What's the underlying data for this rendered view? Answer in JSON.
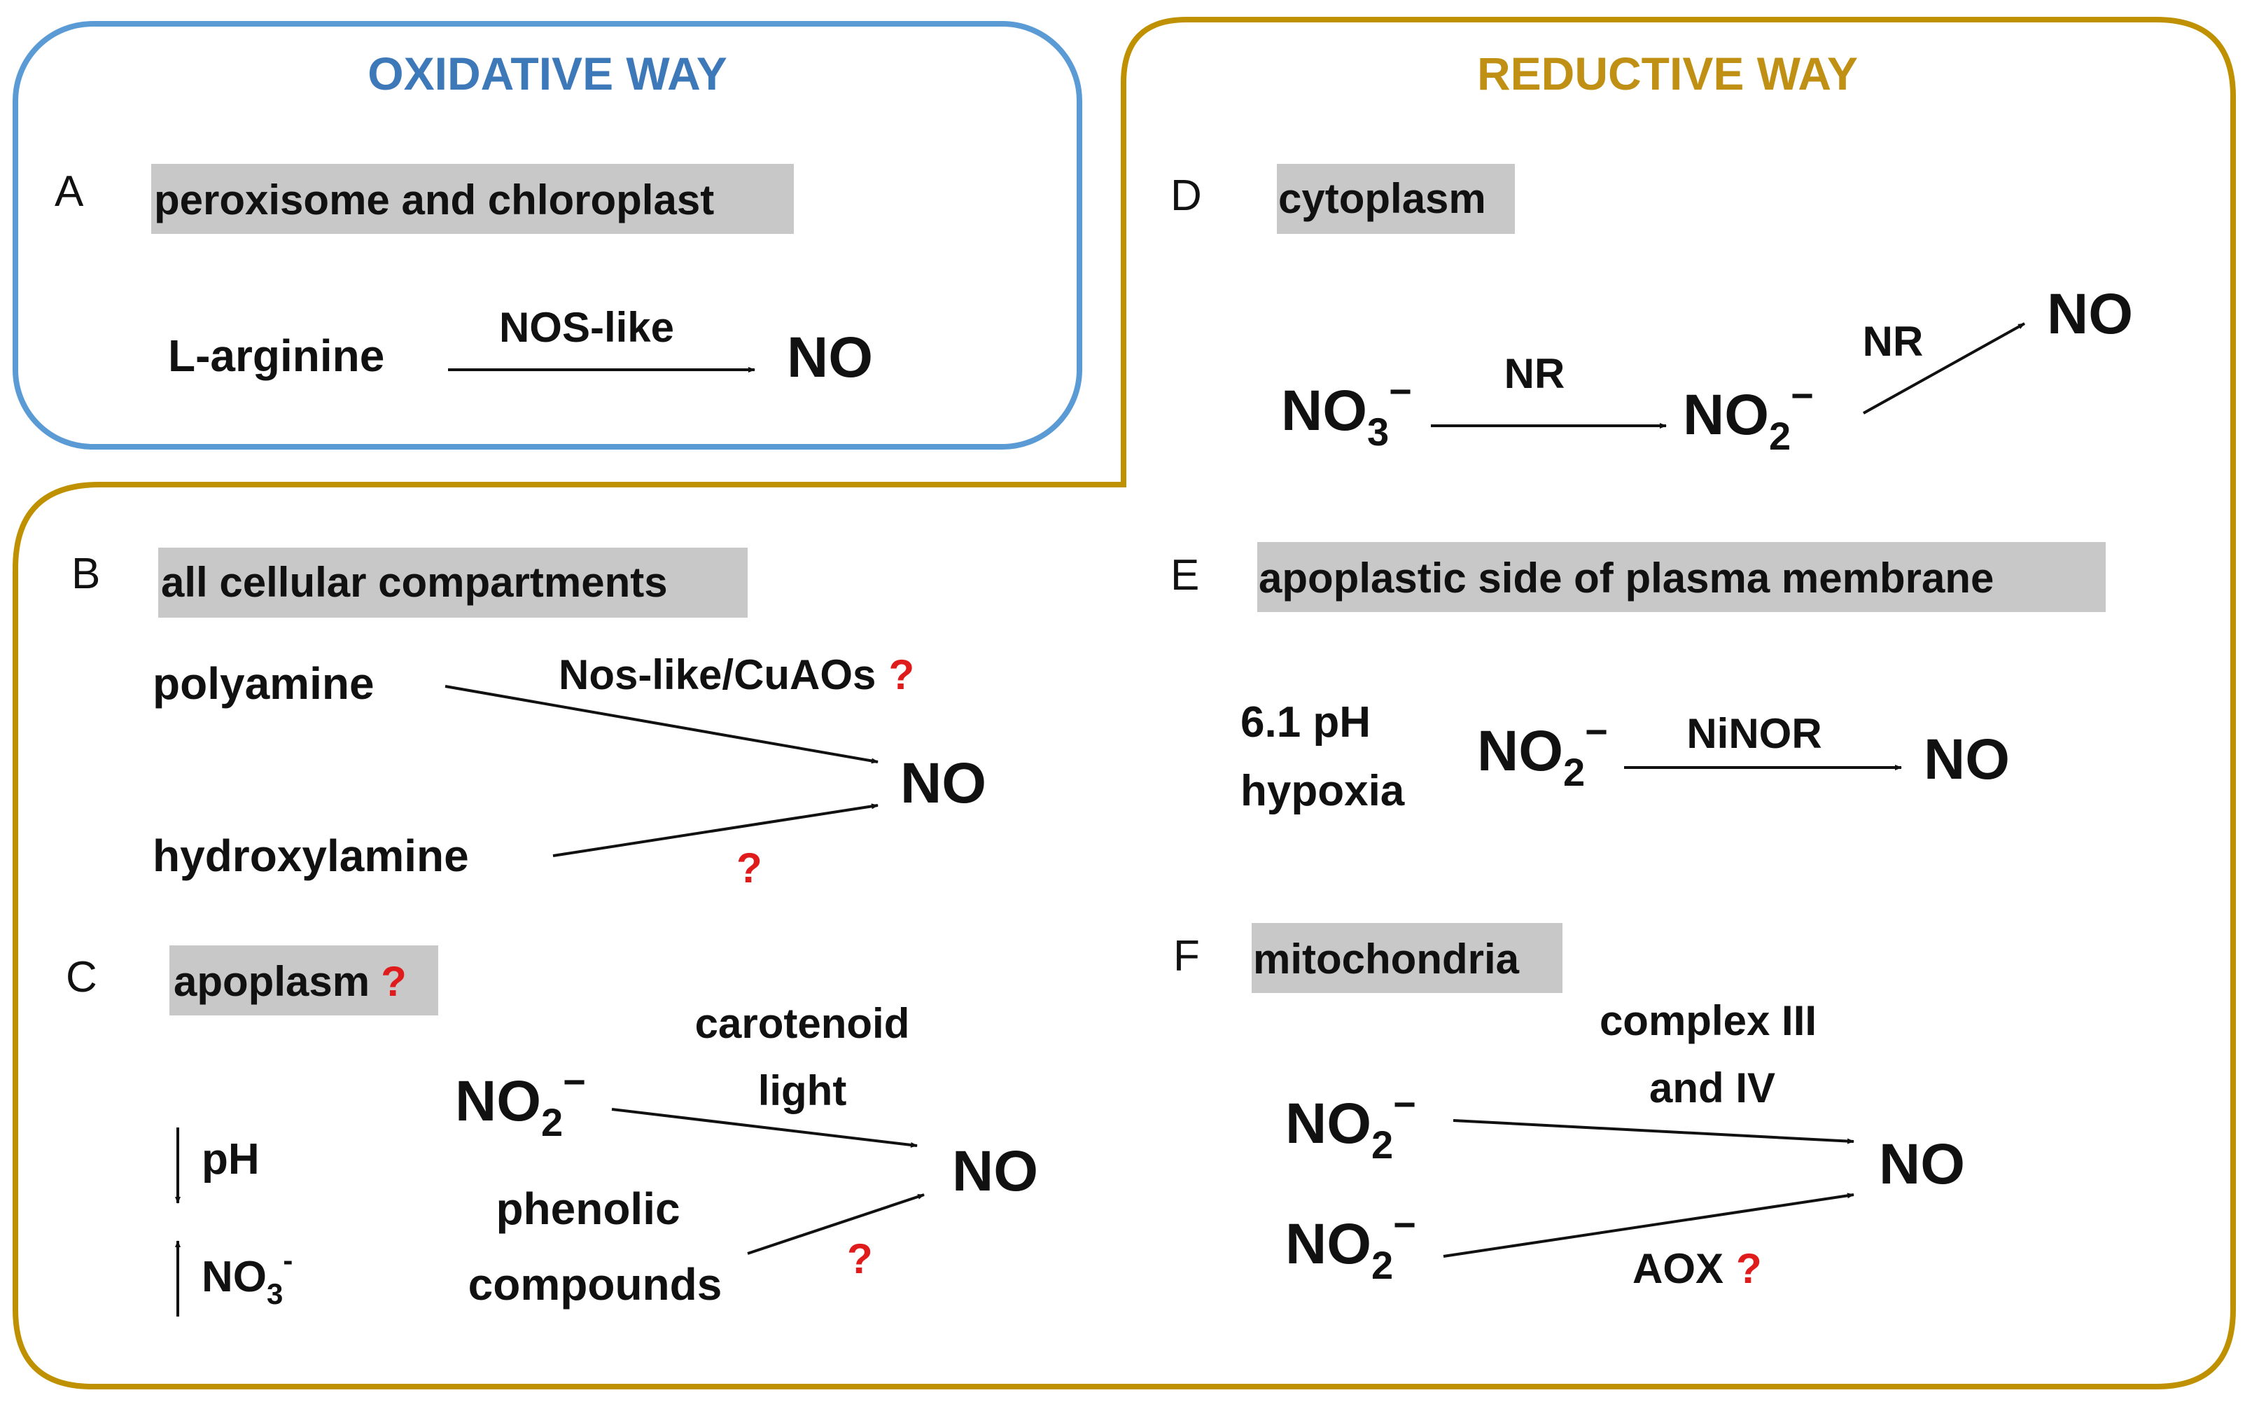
{
  "titles": {
    "oxidative": "OXIDATIVE WAY",
    "reductive": "REDUCTIVE WAY"
  },
  "colors": {
    "oxidative": "#5b9bd5",
    "reductive": "#bf9000",
    "question_mark": "#e01b1b",
    "header_bg": "#c8c8c8"
  },
  "panels": {
    "A": {
      "letter": "A",
      "location": "peroxisome and chloroplast",
      "substrate": "L-arginine",
      "enzyme": "NOS-like",
      "product": "NO"
    },
    "B": {
      "letter": "B",
      "location": "all cellular compartments",
      "substrate1": "polyamine",
      "enzyme1": "Nos-like/CuAOs",
      "q1": "?",
      "substrate2": "hydroxylamine",
      "q2": "?",
      "product": "NO"
    },
    "C": {
      "letter": "C",
      "location": "apoplasm",
      "location_q": "?",
      "ph_label": "pH",
      "no3_label": "NO",
      "no3_sub": "3",
      "no3_sup": "-",
      "nitrite": "NO",
      "nitrite_sub": "2",
      "nitrite_sup": "−",
      "enzyme1_line1": "carotenoid",
      "enzyme1_line2": "light",
      "substrate2_line1": "phenolic",
      "substrate2_line2": "compounds",
      "q2": "?",
      "product": "NO"
    },
    "D": {
      "letter": "D",
      "location": "cytoplasm",
      "nitrate": "NO",
      "nitrate_sub": "3",
      "nitrate_sup": "−",
      "enzyme1": "NR",
      "nitrite": "NO",
      "nitrite_sub": "2",
      "nitrite_sup": "−",
      "enzyme2": "NR",
      "product": "NO"
    },
    "E": {
      "letter": "E",
      "location": "apoplastic side of plasma membrane",
      "cond1": "6.1 pH",
      "cond2": "hypoxia",
      "nitrite": "NO",
      "nitrite_sub": "2",
      "nitrite_sup": "−",
      "enzyme": "NiNOR",
      "product": "NO"
    },
    "F": {
      "letter": "F",
      "location": "mitochondria",
      "nitrite": "NO",
      "nitrite_sub": "2",
      "nitrite_sup": "−",
      "enzyme1_line1": "complex III",
      "enzyme1_line2": "and IV",
      "enzyme2": "AOX",
      "q2": "?",
      "product": "NO"
    }
  }
}
